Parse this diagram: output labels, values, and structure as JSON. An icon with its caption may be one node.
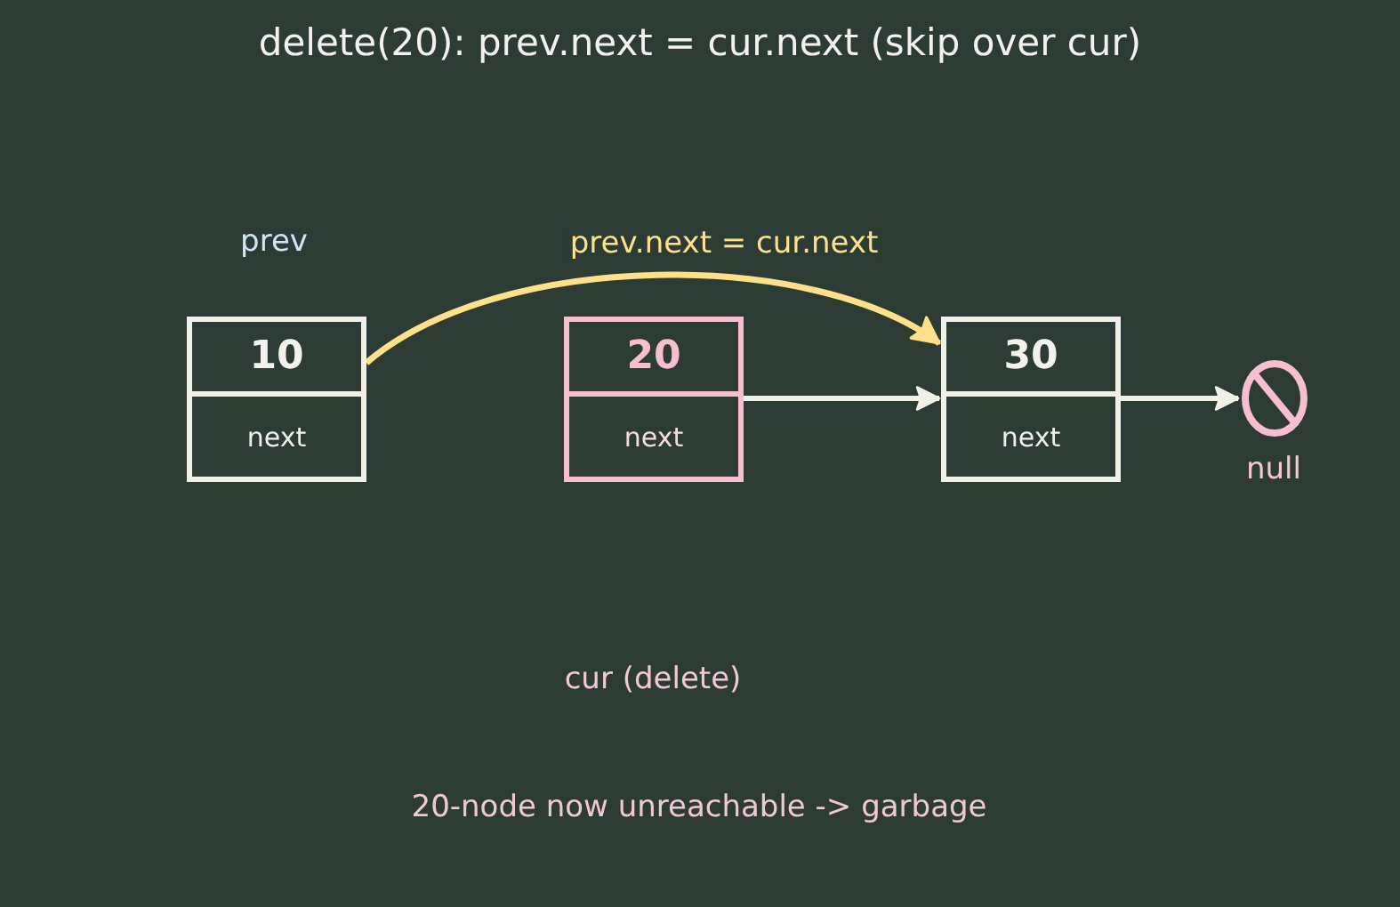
{
  "diagram": {
    "title": "delete(20): prev.next = cur.next (skip over cur)",
    "nodes": [
      {
        "text": [
          "10",
          "next"
        ],
        "beside": [
          "prev"
        ]
      },
      {
        "text": [
          "20",
          "next"
        ]
      },
      {
        "text": [
          "30",
          "next"
        ]
      },
      {
        "text": [],
        "shape": "circle",
        "beside": [
          "null"
        ]
      }
    ],
    "edges": [
      {
        "from": 0,
        "to": 2,
        "arrow": "to",
        "label": "prev.next = cur.next",
        "color": "#ffe08a"
      },
      {
        "from": 1,
        "to": 2,
        "arrow": "to"
      },
      {
        "from": 2,
        "to": 3,
        "arrow": "to"
      }
    ],
    "labels": [
      "cur (delete)",
      "20-node now unreachable -> garbage"
    ]
  }
}
